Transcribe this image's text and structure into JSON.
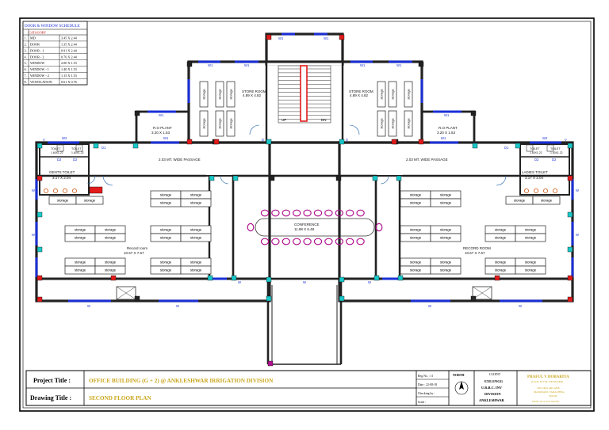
{
  "schedule": {
    "title": "DOOR & WINDOW SCHEDULE",
    "header": "CATAGORY",
    "rows": [
      {
        "no": "1.",
        "name": "MD",
        "size": "3.45 X 2.44"
      },
      {
        "no": "2.",
        "name": "DOOR",
        "size": "1.35 X 2.44"
      },
      {
        "no": "3.",
        "name": "DOOR - 1",
        "size": "0.91 X 2.44"
      },
      {
        "no": "4.",
        "name": "DOOR - 2",
        "size": "0.76 X 2.44"
      },
      {
        "no": "5.",
        "name": "WINDOW",
        "size": "2.00 X 1.53"
      },
      {
        "no": "6.",
        "name": "WINDOW - 1",
        "size": "1.40 X 1.53"
      },
      {
        "no": "7.",
        "name": "WINDOW - 2",
        "size": "1.15 X 1.53"
      },
      {
        "no": "8.",
        "name": "VENTILATION",
        "size": "0.61 X 0.76"
      }
    ]
  },
  "rooms": {
    "store_left": "STORE ROOM",
    "store_left_size": "4.89 X 4.82",
    "store_right": "STORE ROOM",
    "store_right_size": "4.89 X 4.82",
    "ro_left": "R.O PLANT",
    "ro_left_size": "3.20 X 1.53",
    "ro_right": "R.O PLANT",
    "ro_right_size": "3.20 X 1.53",
    "passage_left": "2.03 MT. WIDE PASSAGE",
    "passage_right": "2.03 MT. WIDE PASSAGE",
    "gents": "GENTS TOILET",
    "gents_size": "3.17 X 2.04",
    "ladies": "LADIES TOILET",
    "ladies_size": "3.17 X 2.04",
    "toilet": "TOILET",
    "toilet_size": "1.60X1.22",
    "conference": "CONFERENCE",
    "conference_size": "11.98 X 6.48",
    "record_left": "Record room",
    "record_left_size": "10.67 X 7.67",
    "record_right": "RECORD ROOM",
    "record_right_size": "10.67 X 7.67",
    "storage": "storage",
    "stair_up": "UP",
    "stair_dn": "DN"
  },
  "marks": {
    "w": "W",
    "w1": "W1",
    "w2": "W2",
    "d": "D",
    "d1": "D1",
    "d2": "D2",
    "v": "V"
  },
  "title_block": {
    "project_label": "Project Title :",
    "project_value": "OFFICE BUILDING (G + 2) @ ANKLESHWAR IRRIGATION DIVISION",
    "drawing_label": "Drawing Title :",
    "drawing_value": "SECOND FLOOR PLAN",
    "reg_no": "Reg No. : 11",
    "date": "Date : 22-08-18",
    "checked_by": "Checking by :",
    "scale": "Scale :",
    "north": "NORTH",
    "client_label": "CLIENT",
    "client_lines": [
      "EXE.ENGG",
      "U.R.B.C. INV",
      "DIVISION",
      "ANKLESHWAR"
    ],
    "arch_name": "PRAFUL V DOBARIYA",
    "arch_sub": "(CIVIL & STR. DESIGNER)",
    "arch_addr1": "305-UMA ARCADE,",
    "arch_addr2": "MATAWADI, VARACHHA,",
    "arch_city": "SURAT",
    "arch_mob": "MOB : (91) 9727700784"
  },
  "colors": {
    "wall": "#222222",
    "window": "#1a2fd6",
    "door_frame": "#19c8c8",
    "column_red": "#e21b1b",
    "stair_red": "#e21b1b",
    "chair": "#b0108f",
    "title_value": "#c9a61c",
    "toilet_fixture": "#d36a2b"
  }
}
